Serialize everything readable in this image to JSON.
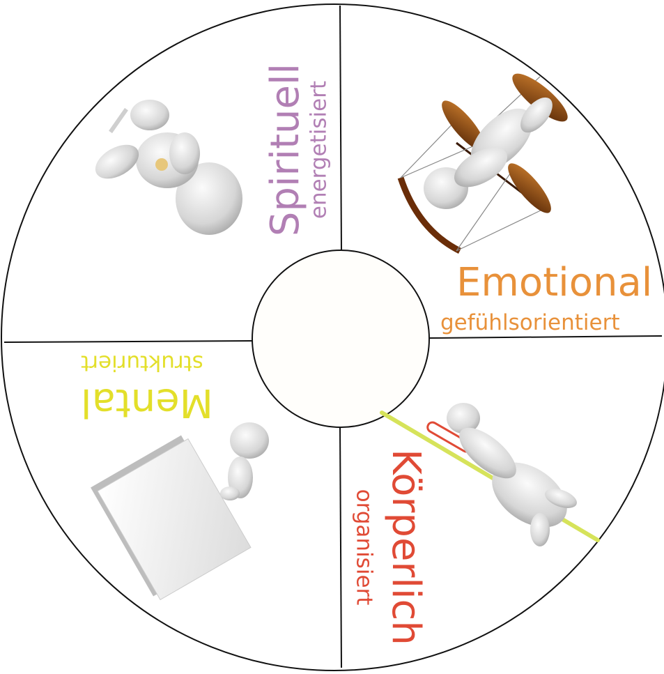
{
  "quadrants": {
    "spiritual": {
      "title": "Spirituell",
      "subtitle": "energetisiert",
      "color": "#b17fb4"
    },
    "emotional": {
      "title": "Emotional",
      "subtitle": "gefühlsorientiert",
      "color": "#e8913a"
    },
    "physical": {
      "title": "Körperlich",
      "subtitle": "organisiert",
      "color": "#e04a35"
    },
    "mental": {
      "title": "Mental",
      "subtitle": "strukturiert",
      "color": "#e3df2a"
    }
  },
  "illustrations": [
    "figure-meditating-icon",
    "figure-balance-scale-icon",
    "figure-paperclip-climb-icon",
    "figure-notepad-icon"
  ]
}
